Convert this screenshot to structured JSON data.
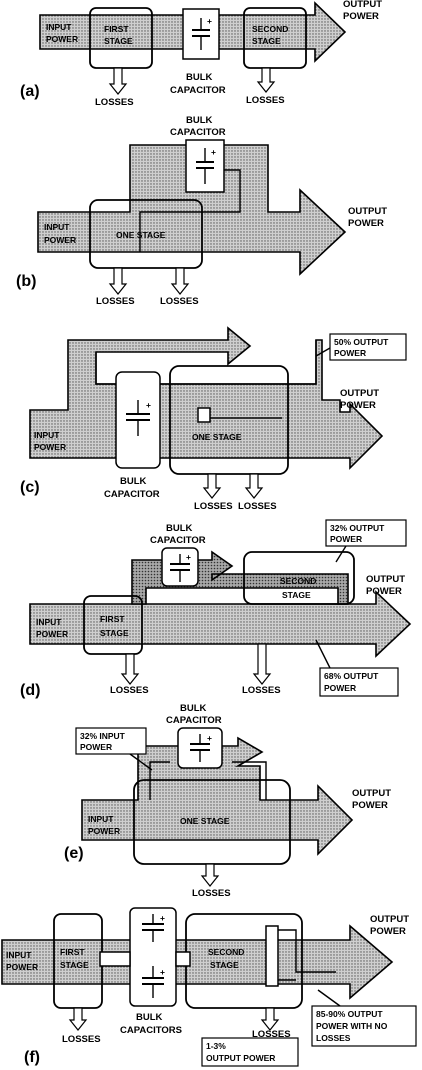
{
  "panels": {
    "a": {
      "tag": "(a)",
      "input": [
        "INPUT",
        "POWER"
      ],
      "stage1": [
        "FIRST",
        "STAGE"
      ],
      "stage2": [
        "SECOND",
        "STAGE"
      ],
      "cap": [
        "BULK",
        "CAPACITOR"
      ],
      "output": [
        "OUTPUT",
        "POWER"
      ],
      "loss1": "LOSSES",
      "loss2": "LOSSES"
    },
    "b": {
      "tag": "(b)",
      "cap": [
        "BULK",
        "CAPACITOR"
      ],
      "input": [
        "INPUT",
        "POWER"
      ],
      "stage": "ONE STAGE",
      "output": [
        "OUTPUT",
        "POWER"
      ],
      "loss1": "LOSSES",
      "loss2": "LOSSES"
    },
    "c": {
      "tag": "(c)",
      "callout": [
        "50% OUTPUT",
        "POWER"
      ],
      "output": [
        "OUTPUT",
        "POWER"
      ],
      "input": [
        "INPUT",
        "POWER"
      ],
      "stage": "ONE STAGE",
      "cap": [
        "BULK",
        "CAPACITOR"
      ],
      "loss1": "LOSSES",
      "loss2": "LOSSES"
    },
    "d": {
      "tag": "(d)",
      "cap": [
        "BULK",
        "CAPACITOR"
      ],
      "callout_top": [
        "32% OUTPUT",
        "POWER"
      ],
      "stage2": [
        "SECOND",
        "STAGE"
      ],
      "output": [
        "OUTPUT",
        "POWER"
      ],
      "input": [
        "INPUT",
        "POWER"
      ],
      "stage1": [
        "FIRST",
        "STAGE"
      ],
      "callout_bottom": [
        "68% OUTPUT",
        "POWER"
      ],
      "loss1": "LOSSES",
      "loss2": "LOSSES"
    },
    "e": {
      "tag": "(e)",
      "cap": [
        "BULK",
        "CAPACITOR"
      ],
      "callout": [
        "32% INPUT",
        "POWER"
      ],
      "output": [
        "OUTPUT",
        "POWER"
      ],
      "input": [
        "INPUT",
        "POWER"
      ],
      "stage": "ONE STAGE",
      "loss": "LOSSES"
    },
    "f": {
      "tag": "(f)",
      "output": [
        "OUTPUT",
        "POWER"
      ],
      "input": [
        "INPUT",
        "POWER"
      ],
      "stage1": [
        "FIRST",
        "STAGE"
      ],
      "stage2": [
        "SECOND",
        "STAGE"
      ],
      "caps": [
        "BULK",
        "CAPACITORS"
      ],
      "callout_right": [
        "85-90% OUTPUT",
        "POWER WITH NO",
        "LOSSES"
      ],
      "callout_bottom": [
        "1-3%",
        "OUTPUT POWER"
      ],
      "loss1": "LOSSES",
      "loss2": "LOSSES"
    }
  }
}
